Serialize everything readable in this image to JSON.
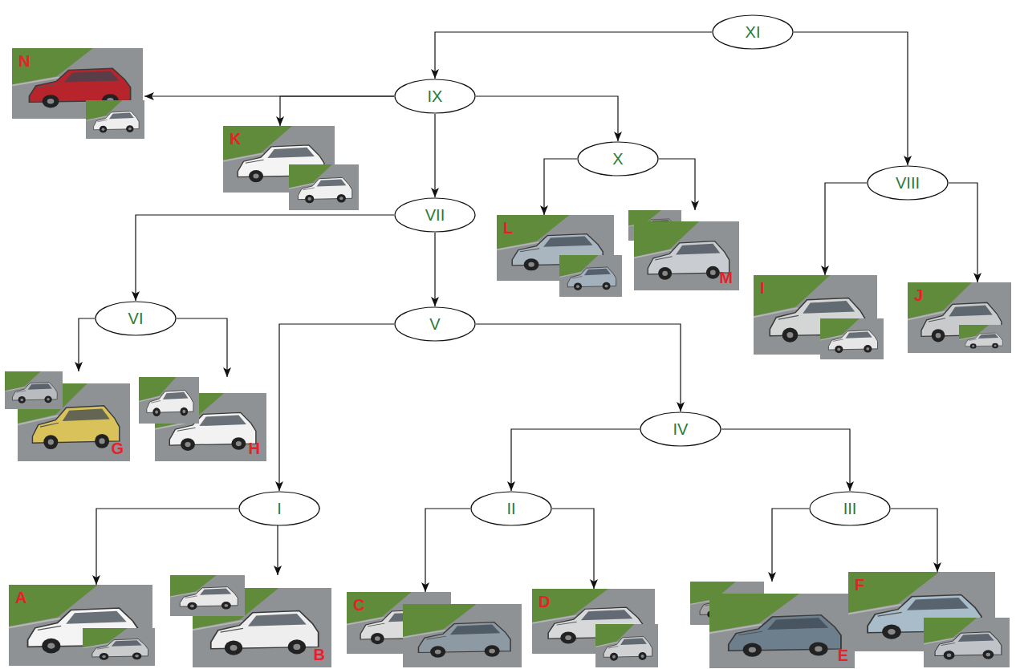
{
  "diagram": {
    "nodes": [
      {
        "text": [
          "XI"
        ]
      },
      {
        "text": [
          "IX"
        ]
      },
      {
        "text": [
          "VIII"
        ]
      },
      {
        "text": [
          "N"
        ]
      },
      {
        "text": [
          "K"
        ]
      },
      {
        "text": [
          "X"
        ]
      },
      {
        "text": [
          "VII"
        ]
      },
      {
        "text": [
          "L"
        ]
      },
      {
        "text": [
          "M"
        ]
      },
      {
        "text": [
          "I"
        ]
      },
      {
        "text": [
          "J"
        ]
      },
      {
        "text": [
          "VI"
        ]
      },
      {
        "text": [
          "V"
        ]
      },
      {
        "text": [
          "G"
        ]
      },
      {
        "text": [
          "H"
        ]
      },
      {
        "text": [
          "IV"
        ]
      },
      {
        "text": [
          "I"
        ]
      },
      {
        "text": [
          "II"
        ]
      },
      {
        "text": [
          "III"
        ]
      },
      {
        "text": [
          "A"
        ]
      },
      {
        "text": [
          "B"
        ]
      },
      {
        "text": [
          "C"
        ]
      },
      {
        "text": [
          "D"
        ]
      },
      {
        "text": [
          "E"
        ]
      },
      {
        "text": [
          "F"
        ]
      }
    ],
    "edges": [
      {
        "from": 0,
        "to": 1,
        "arrow": "to"
      },
      {
        "from": 0,
        "to": 2,
        "arrow": "to"
      },
      {
        "from": 1,
        "to": 3,
        "arrow": "to"
      },
      {
        "from": 1,
        "to": 4,
        "arrow": "to"
      },
      {
        "from": 1,
        "to": 5,
        "arrow": "to"
      },
      {
        "from": 1,
        "to": 6,
        "arrow": "to"
      },
      {
        "from": 5,
        "to": 7,
        "arrow": "to"
      },
      {
        "from": 5,
        "to": 8,
        "arrow": "to"
      },
      {
        "from": 2,
        "to": 9,
        "arrow": "to"
      },
      {
        "from": 2,
        "to": 10,
        "arrow": "to"
      },
      {
        "from": 6,
        "to": 11,
        "arrow": "to"
      },
      {
        "from": 6,
        "to": 12,
        "arrow": "to"
      },
      {
        "from": 11,
        "to": 13,
        "arrow": "to"
      },
      {
        "from": 11,
        "to": 14,
        "arrow": "to"
      },
      {
        "from": 12,
        "to": 16,
        "arrow": "to"
      },
      {
        "from": 12,
        "to": 15,
        "arrow": "to"
      },
      {
        "from": 15,
        "to": 17,
        "arrow": "to"
      },
      {
        "from": 15,
        "to": 18,
        "arrow": "to"
      },
      {
        "from": 16,
        "to": 19,
        "arrow": "to"
      },
      {
        "from": 16,
        "to": 20,
        "arrow": "to"
      },
      {
        "from": 17,
        "to": 21,
        "arrow": "to"
      },
      {
        "from": 17,
        "to": 22,
        "arrow": "to"
      },
      {
        "from": 18,
        "to": 23,
        "arrow": "to"
      },
      {
        "from": 18,
        "to": 24,
        "arrow": "to"
      }
    ]
  }
}
